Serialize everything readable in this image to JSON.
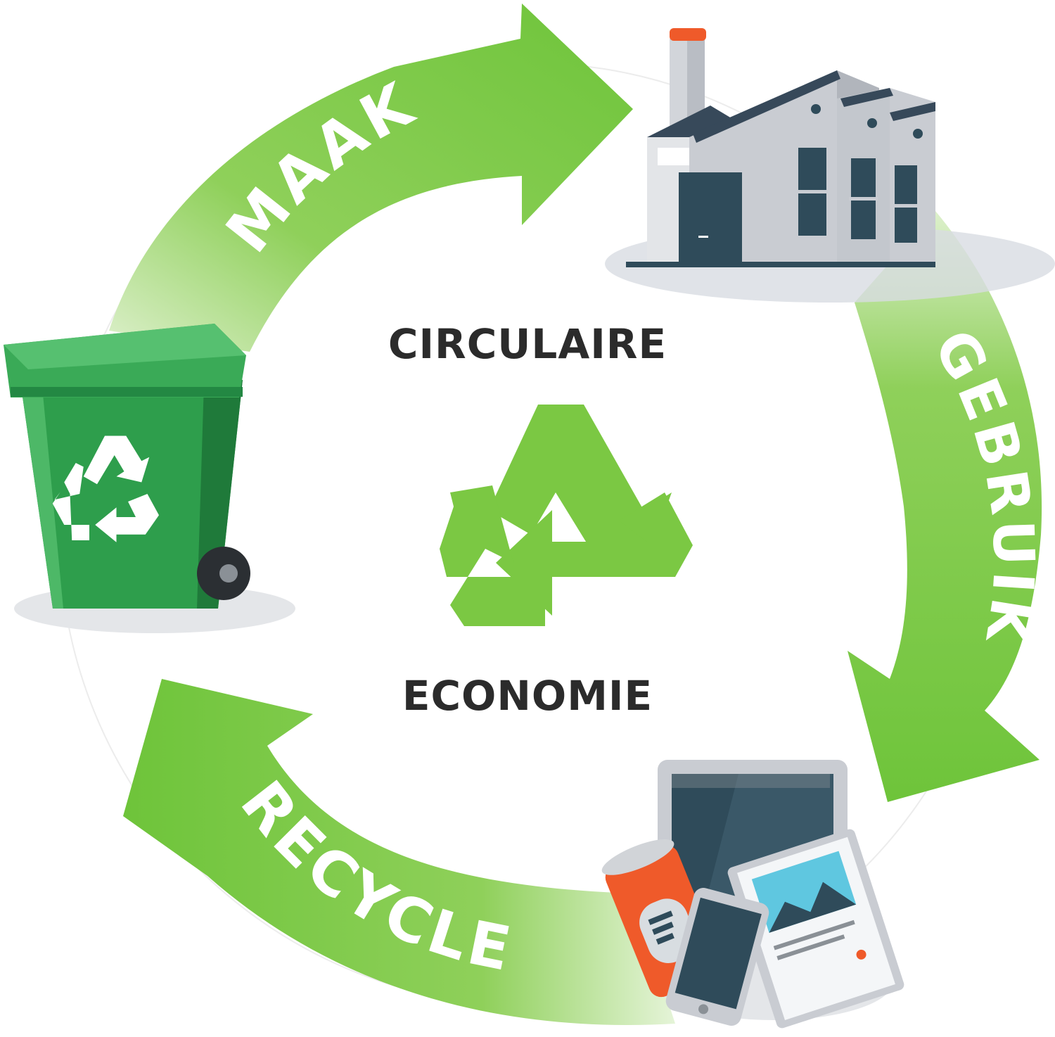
{
  "center": {
    "title_top": "CIRCULAIRE",
    "title_bottom": "ECONOMIE"
  },
  "cycle_steps": [
    {
      "label": "MAAK",
      "icon": "factory-icon"
    },
    {
      "label": "GEBRUIK",
      "icon": "products-icon"
    },
    {
      "label": "RECYCLE",
      "icon": "recycle-bin-icon"
    }
  ],
  "colors": {
    "arrow_green": "#7bc843",
    "arrow_light": "#c6e8a8",
    "bin_green": "#2e9e4c",
    "bin_dark": "#1f7a3a",
    "symbol_green": "#7bc843",
    "text_dark": "#2b2b2b",
    "factory_wall": "#c9ccd2",
    "factory_window": "#2f4b5a",
    "can_orange": "#ef5a2a"
  }
}
